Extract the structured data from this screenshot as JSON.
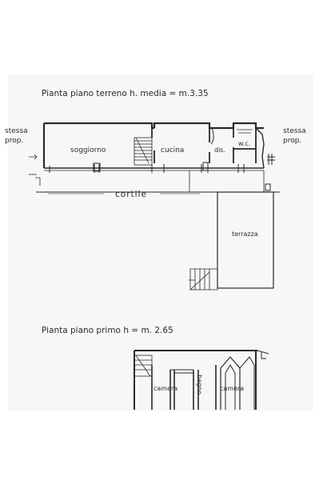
{
  "titles": {
    "ground_floor": "Pianta   piano   terreno     h. media = m.3.35",
    "first_floor": "Pianta   piano   primo    h = m. 2.65"
  },
  "side_notes": {
    "left_line1": "stessa",
    "left_line2": "prop.",
    "right_line1": "stessa",
    "right_line2": "prop."
  },
  "rooms_ground": {
    "soggiorno": "soggiorno",
    "cucina": "cucina",
    "dis": "dis.",
    "wc": "w.c.",
    "cortile": "cortile",
    "terrazza": "terrazza"
  },
  "rooms_first": {
    "camera_left": "camera",
    "bagno": "bagno",
    "camera_right": "camera"
  }
}
